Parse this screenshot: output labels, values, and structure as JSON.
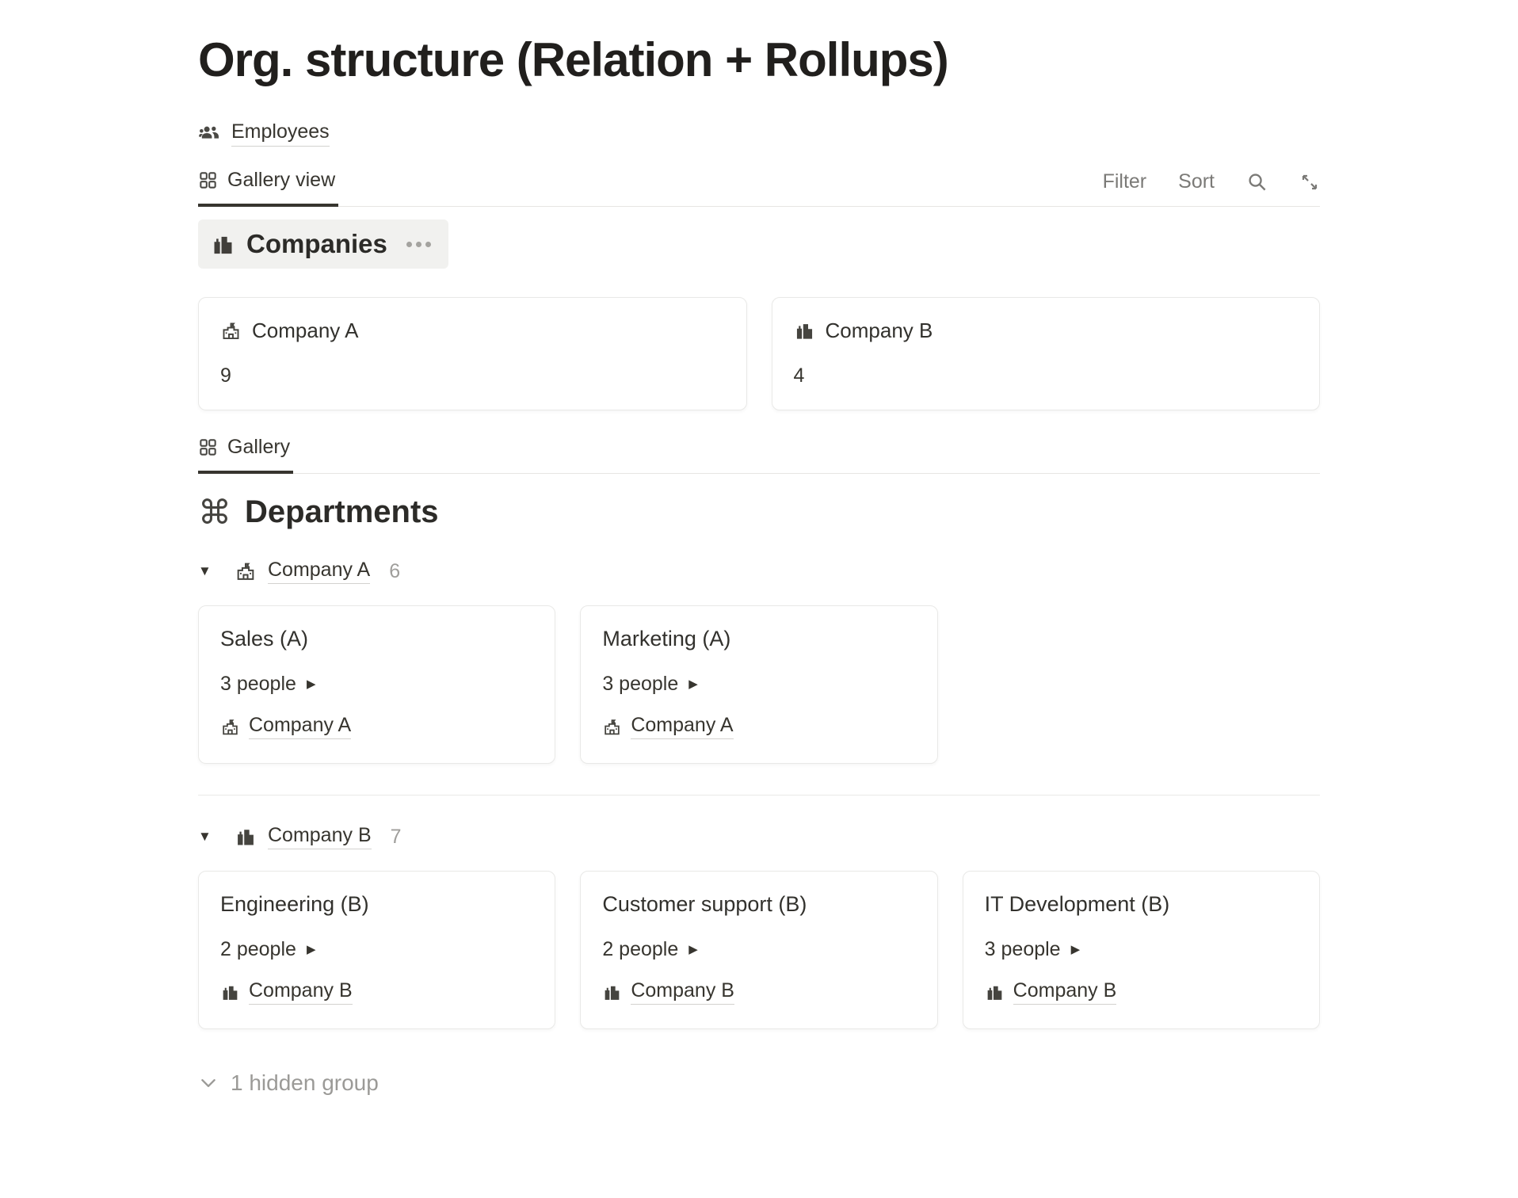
{
  "page": {
    "title": "Org. structure (Relation + Rollups)"
  },
  "source": {
    "label": "Employees",
    "icon": "people-icon"
  },
  "toolbar": {
    "tab": "Gallery view",
    "filter": "Filter",
    "sort": "Sort",
    "icons": [
      "search-icon",
      "expand-icon"
    ]
  },
  "companies": {
    "title": "Companies",
    "icon": "buildings-icon",
    "cards": [
      {
        "icon": "school-icon",
        "name": "Company A",
        "rollup": "9"
      },
      {
        "icon": "buildings-icon",
        "name": "Company B",
        "rollup": "4"
      }
    ]
  },
  "gallery_tab": {
    "label": "Gallery"
  },
  "departments": {
    "title": "Departments",
    "icon": "command-icon",
    "groups": [
      {
        "icon": "school-icon",
        "name": "Company A",
        "count": "6",
        "cards": [
          {
            "title": "Sales (A)",
            "people": "3 people",
            "company_icon": "school-icon",
            "company": "Company A"
          },
          {
            "title": "Marketing (A)",
            "people": "3 people",
            "company_icon": "school-icon",
            "company": "Company A"
          }
        ]
      },
      {
        "icon": "buildings-icon",
        "name": "Company B",
        "count": "7",
        "cards": [
          {
            "title": "Engineering (B)",
            "people": "2 people",
            "company_icon": "buildings-icon",
            "company": "Company B"
          },
          {
            "title": "Customer support (B)",
            "people": "2 people",
            "company_icon": "buildings-icon",
            "company": "Company B"
          },
          {
            "title": "IT Development (B)",
            "people": "3 people",
            "company_icon": "buildings-icon",
            "company": "Company B"
          }
        ]
      }
    ],
    "hidden": "1 hidden group"
  },
  "colors": {
    "text": "#37352f",
    "muted": "#9b9a97",
    "toolbar_gray": "#7b7a77",
    "header_bg": "#f1f1ef",
    "card_border": "#e9e9e7",
    "link_underline": "#d3d2cf"
  }
}
